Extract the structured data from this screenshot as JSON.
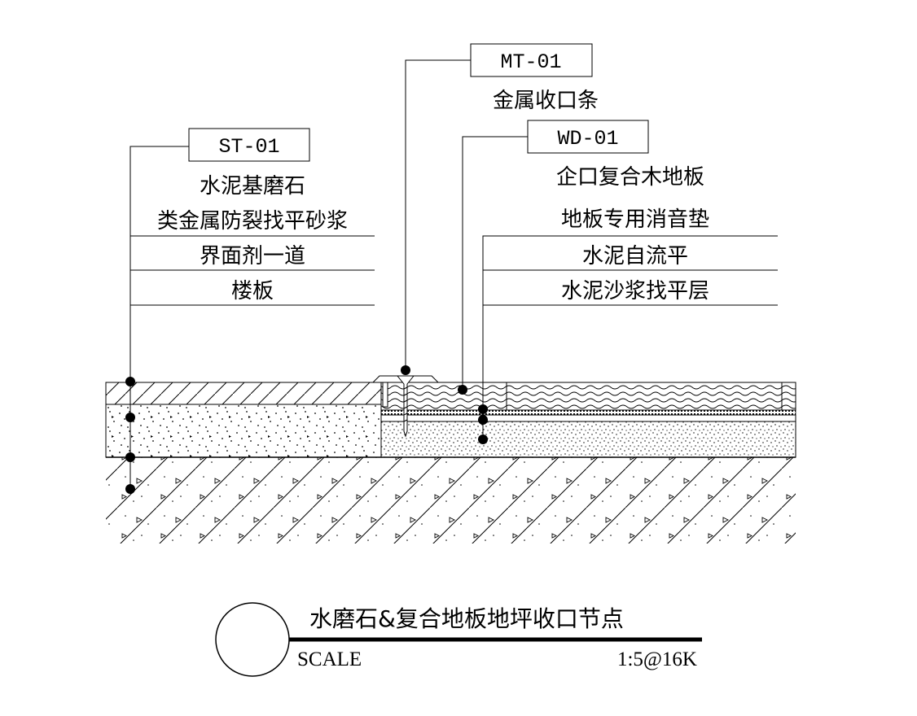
{
  "left_callout": {
    "code": "ST-01",
    "layers": [
      "水泥基磨石",
      "类金属防裂找平砂浆",
      "界面剂一道",
      "楼板"
    ]
  },
  "top_callout": {
    "code": "MT-01",
    "layers": [
      "金属收口条"
    ]
  },
  "right_callout": {
    "code": "WD-01",
    "layers": [
      "企口复合木地板",
      "地板专用消音垫",
      "水泥自流平",
      "水泥沙浆找平层"
    ]
  },
  "title_block": {
    "title": "水磨石&复合地板地坪收口节点",
    "scale_label": "SCALE",
    "scale_value": "1:5@16K"
  },
  "colors": {
    "line": "#000000",
    "background": "#ffffff"
  }
}
